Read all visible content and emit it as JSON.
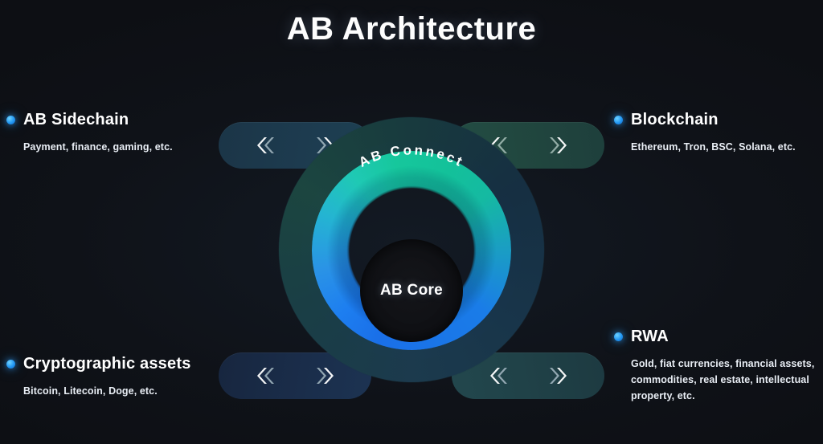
{
  "page": {
    "title": "AB Architecture",
    "background_color": "#0e1016"
  },
  "center": {
    "core_label": "AB Core",
    "connect_label": "AB Connect",
    "ring_color_start": "#1a6fe8",
    "ring_color_end": "#16c79c",
    "core_color": "#101216"
  },
  "bullet_color": "#2196f3",
  "quadrants": [
    {
      "id": "ab-sidechain",
      "position": "top-left",
      "heading": "AB Sidechain",
      "description": "Payment, finance, gaming, etc."
    },
    {
      "id": "blockchain",
      "position": "top-right",
      "heading": "Blockchain",
      "description": "Ethereum, Tron, BSC, Solana, etc."
    },
    {
      "id": "cryptographic-assets",
      "position": "bottom-left",
      "heading": "Cryptographic assets",
      "description": "Bitcoin, Litecoin, Doge, etc."
    },
    {
      "id": "rwa",
      "position": "bottom-right",
      "heading": "RWA",
      "description": "Gold, fiat currencies, financial assets, commodities, real estate, intellectual property, etc."
    }
  ],
  "connectors": [
    {
      "id": "top-left",
      "left_icon": "double-chevron-left-icon",
      "right_icon": "double-chevron-right-icon",
      "tint": "#1d3b4f"
    },
    {
      "id": "top-right",
      "left_icon": "double-chevron-left-icon",
      "right_icon": "double-chevron-right-icon",
      "tint": "#21473f"
    },
    {
      "id": "bottom-left",
      "left_icon": "double-chevron-left-icon",
      "right_icon": "double-chevron-right-icon",
      "tint": "#1a2d4a"
    },
    {
      "id": "bottom-right",
      "left_icon": "double-chevron-left-icon",
      "right_icon": "double-chevron-right-icon",
      "tint": "#204248"
    }
  ]
}
